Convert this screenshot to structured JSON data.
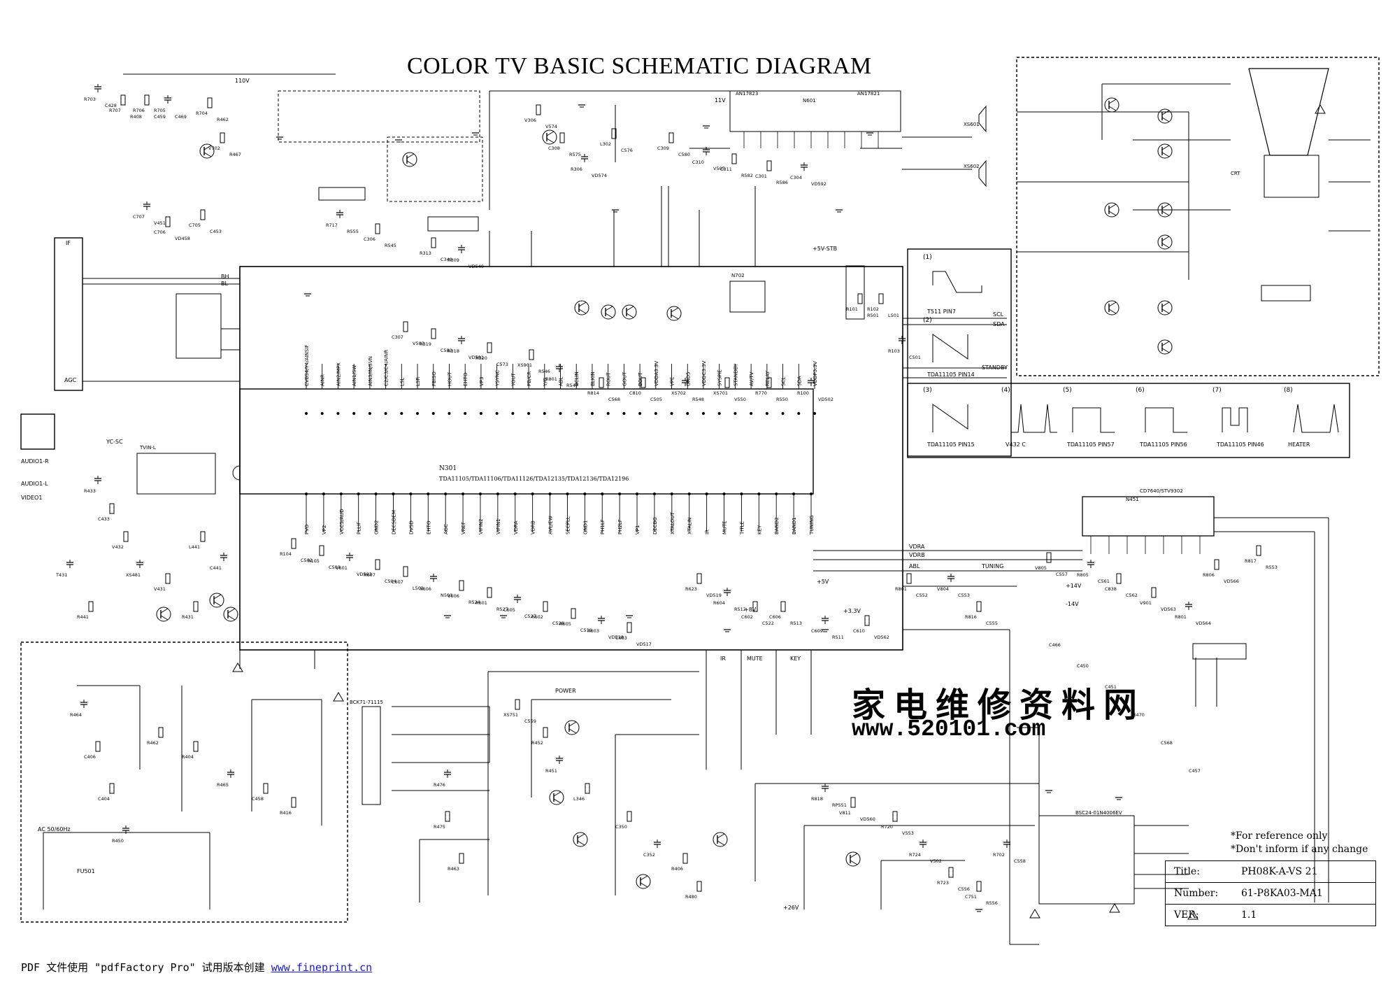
{
  "title": "COLOR TV BASIC SCHEMATIC DIAGRAM",
  "watermark": {
    "cn": "家电维修资料网",
    "url": "www.520101.com"
  },
  "notes": [
    "*For reference only",
    "*Don't inform if any change"
  ],
  "title_block": [
    {
      "key": "Title:",
      "value": "PH08K-A-VS 21"
    },
    {
      "key": "Number:",
      "value": "61-P8KA03-MA1"
    },
    {
      "key": "VER:",
      "value": "1.1"
    }
  ],
  "footer": {
    "prefix": "PDF 文件使用 \"pdfFactory Pro\" 试用版本创建 ",
    "link": "www.fineprint.cn"
  },
  "main_ic": {
    "name": "N301",
    "models": "TDA11105/TDA11106/TDA11126/TDA12135/TDA12136/TDA12196",
    "top_pins": [
      "CVBS4/Y4/AINSIF",
      "AINR",
      "AIN2/MPX",
      "AIN1/SW",
      "AIN3/IN/SVN",
      "C2/C3/C4/AINR",
      "LSL",
      "LSR",
      "FBISO",
      "HOUT",
      "EHTO",
      "VP3",
      "YSYNC",
      "YOUT",
      "PB/CR",
      "Y/G",
      "ABL",
      "BCLIN",
      "BLKIN",
      "ROUT",
      "GOUT",
      "BOUT",
      "VDDA3.3V",
      "VPE",
      "GND5",
      "VDDC3.3V",
      "SYSPIE",
      "STANDBY",
      "AV/TV",
      "RELAY",
      "SCL",
      "SDA",
      "VDDP3.3V"
    ],
    "bottom_pins": [
      "PVO",
      "VP2",
      "VCC5/AUD",
      "PLLIF",
      "GND2",
      "DECSDEM",
      "DVSD",
      "EHTO",
      "AGC",
      "VREF",
      "VIFIN2",
      "VIFIN1",
      "VDRA",
      "VDRB",
      "AVL/EW",
      "SECPLL",
      "GND1",
      "PH1LF",
      "PH2LF",
      "VP1",
      "DECBG",
      "XTALOUT",
      "XTALIN",
      "IR",
      "MUTE",
      "TITLE",
      "KEY",
      "BAND2",
      "BAND1",
      "TUNING"
    ]
  },
  "labels": {
    "ic_n601": "N601",
    "ic_an17823": "AN17823",
    "ic_an17821": "AN17821",
    "ic_n451": "N451",
    "ic_cd7640": "CD7640/STV9302",
    "ic_n702": "N702",
    "power": "POWER",
    "v110": "110V",
    "v11": "11V",
    "v5stb": "+5V-STB",
    "standby": "STANDBY",
    "scl": "SCL",
    "sda": "SDA",
    "tuning": "TUNING",
    "vdra": "VDRA",
    "vdrb": "VDRB",
    "abl": "ABL",
    "if": "IF",
    "agc": "AGC",
    "sp1": "XS601",
    "sp2": "XS602",
    "t471": "BSC24-01N4006EV",
    "t511": "BCK71-71115",
    "mute": "MUTE",
    "key": "KEY",
    "ir": "IR",
    "bh": "BH",
    "bl": "BL",
    "heater": "HEATER",
    "ac": "AC 50/60Hz",
    "fuse": "FU501",
    "tvin": "TVIN-L",
    "audio_l": "AUDIO1-L",
    "audio_r": "AUDIO1-R",
    "video": "VIDEO1",
    "yc": "YC-SC",
    "crt": "CRT",
    "v14p": "+14V",
    "v14m": "-14V",
    "v26": "+26V",
    "v33": "+3.3V",
    "v8": "+8V",
    "v5": "+5V"
  },
  "waveforms": [
    {
      "num": "(1)",
      "label": "T511 PIN7"
    },
    {
      "num": "(2)",
      "label": "TDA11105 PIN14"
    },
    {
      "num": "(3)",
      "label": "TDA11105 PIN15"
    },
    {
      "num": "(4)",
      "label": "V432 C"
    },
    {
      "num": "(5)",
      "label": "TDA11105 PIN57"
    },
    {
      "num": "(6)",
      "label": "TDA11105 PIN56"
    },
    {
      "num": "(7)",
      "label": "TDA11105 PIN46"
    },
    {
      "num": "(8)",
      "label": "HEATER"
    }
  ],
  "components": [
    "R703",
    "R707",
    "R706",
    "R705",
    "R704",
    "V702",
    "C707",
    "C706",
    "C705",
    "R717",
    "C306",
    "R313",
    "R309",
    "V306",
    "C308",
    "R306",
    "L302",
    "C309",
    "C310",
    "C311",
    "C301",
    "C304",
    "C307",
    "R319",
    "R318",
    "R320",
    "XS901",
    "R801",
    "R814",
    "C810",
    "XS702",
    "XS701",
    "R770",
    "R100",
    "R101",
    "R102",
    "R103",
    "R104",
    "R105",
    "V601",
    "R607",
    "C607",
    "R606",
    "V606",
    "R601",
    "C605",
    "R602",
    "R605",
    "R603",
    "C603",
    "R623",
    "R604",
    "C602",
    "C606",
    "C609",
    "C610",
    "R801",
    "V804",
    "R816",
    "V805",
    "R805",
    "C838",
    "V901",
    "R801",
    "R806",
    "R817",
    "R818",
    "V811",
    "R720",
    "R724",
    "R723",
    "C751",
    "R702",
    "XS751",
    "R452",
    "R451",
    "L346",
    "C350",
    "C352",
    "R406",
    "R480",
    "R476",
    "R475",
    "R463",
    "R464",
    "C406",
    "C404",
    "R450",
    "R462",
    "R404",
    "R465",
    "C458",
    "R416",
    "XS481",
    "V431",
    "R431",
    "R433",
    "C433",
    "V432",
    "T431",
    "R441",
    "L441",
    "C441",
    "C466",
    "C450",
    "C451",
    "R470",
    "C568",
    "C457",
    "C428",
    "R408",
    "C459",
    "C469",
    "R462",
    "R467",
    "V451",
    "VD458",
    "C453",
    "R555",
    "R545",
    "C349",
    "VD540",
    "V574",
    "R575",
    "VD574",
    "C576",
    "C580",
    "V505",
    "R582",
    "R586",
    "VD592",
    "V503",
    "C583",
    "VD581",
    "C573",
    "R546",
    "R547",
    "C568",
    "C505",
    "R548",
    "V550",
    "R550",
    "VD502",
    "R501",
    "L501",
    "C501",
    "C502",
    "C503",
    "VD503",
    "C504",
    "L502",
    "N501",
    "R524",
    "R527",
    "C527",
    "C528",
    "C519",
    "VD518",
    "VD517",
    "VD519",
    "R512",
    "C522",
    "R513",
    "R511",
    "VD562",
    "C552",
    "C553",
    "C555",
    "C557",
    "C561",
    "C562",
    "VD563",
    "VD564",
    "VD566",
    "R553",
    "RP551",
    "VD560",
    "V553",
    "V502",
    "C556",
    "R556",
    "C558",
    "C559"
  ]
}
